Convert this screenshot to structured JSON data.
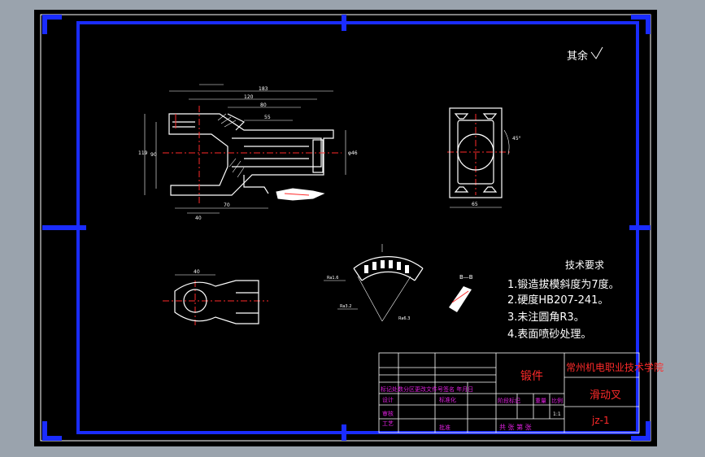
{
  "drawing": {
    "roughness_note": "其余",
    "tech_req": {
      "title": "技术要求",
      "items": [
        "1.锻造拔模斜度为7度。",
        "2.硬度HB207-241。",
        "3.未注圆角R3。",
        "4.表面喷砂处理。"
      ]
    },
    "title_block": {
      "material": "锻件",
      "school": "常州机电职业技术学院",
      "part_name": "滑动叉",
      "drawing_no": "jz-1",
      "revision_header": "标记处数分区更改文件号签名 年月日",
      "design_label": "设计",
      "standard_label": "标准化",
      "review_label": "审核",
      "process_label": "工艺",
      "approve_label": "批准",
      "stage_label": "阶段标记",
      "weight_label": "重量",
      "scale_label": "比例",
      "scale_value": "1:1",
      "sheets_label": "共  张 第  张"
    },
    "section_label": "B—B",
    "dimensions": {
      "d_top_1": "183",
      "d_top_2": "120",
      "d_top_3": "80",
      "d_top_4": "55",
      "d_left": "119",
      "d_left2": "90",
      "d_bottom": "70",
      "d_bottom2": "40",
      "d_phi46": "φ46",
      "d_right_view": "65",
      "d_angle": "45°",
      "d_detail_w": "40",
      "d_ra1": "Ra1.6",
      "d_ra2": "Ra3.2",
      "d_ra3": "Ra6.3"
    }
  }
}
